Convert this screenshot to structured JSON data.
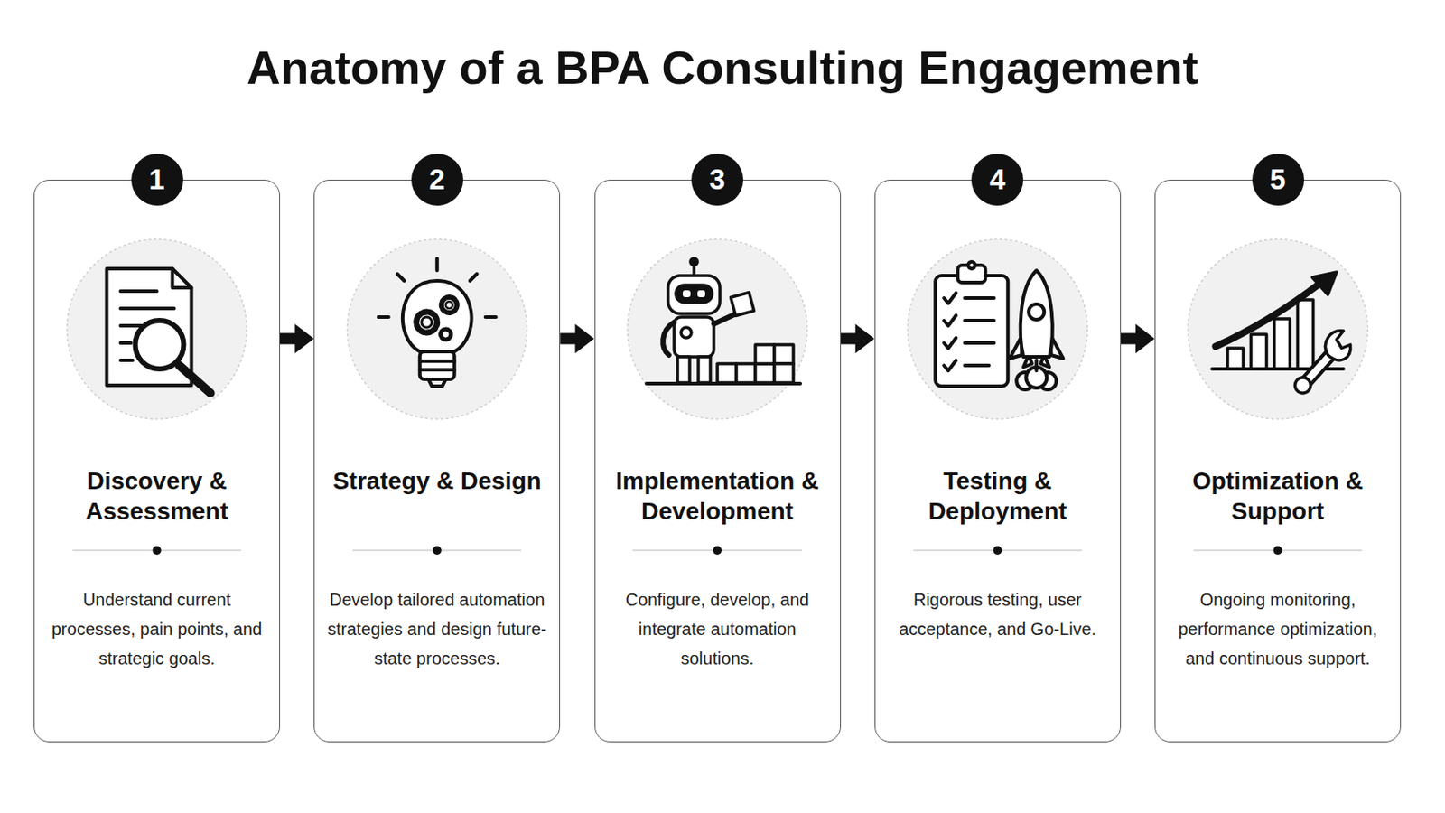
{
  "diagram": {
    "title": "Anatomy of a BPA Consulting Engagement",
    "nodes": [
      {
        "text": [
          "Discovery & Assessment",
          "Understand current processes, pain points, and strategic goals."
        ]
      },
      {
        "text": [
          "Strategy & Design",
          "Develop tailored automation strategies and design future-state processes."
        ]
      },
      {
        "text": [
          "Implementation & Development",
          "Configure, develop, and integrate automation solutions."
        ]
      },
      {
        "text": [
          "Testing & Deployment",
          "Rigorous testing, user acceptance, and Go-Live."
        ]
      },
      {
        "text": [
          "Optimization & Support",
          "Ongoing monitoring, performance optimization, and continuous support."
        ]
      }
    ],
    "edges": [
      {
        "from": 0,
        "to": 1,
        "arrow": "to"
      },
      {
        "from": 1,
        "to": 2,
        "arrow": "to"
      },
      {
        "from": 2,
        "to": 3,
        "arrow": "to"
      },
      {
        "from": 3,
        "to": 4,
        "arrow": "to"
      }
    ],
    "labels": [
      "1",
      "2",
      "3",
      "4",
      "5"
    ]
  }
}
